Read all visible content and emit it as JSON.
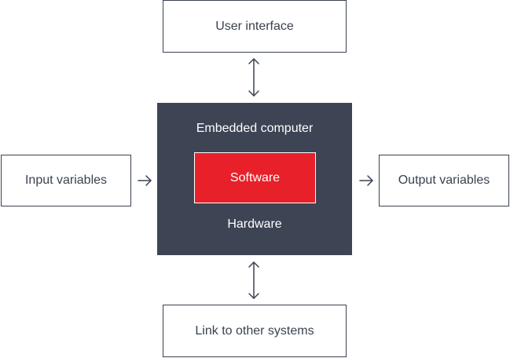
{
  "colors": {
    "ink": "#3a4250",
    "computer_fill": "#3d4555",
    "software_fill": "#e8202a",
    "background": "#ffffff"
  },
  "nodes": {
    "user_interface": "User interface",
    "embedded_computer": "Embedded computer",
    "software": "Software",
    "hardware": "Hardware",
    "input_variables": "Input variables",
    "output_variables": "Output variables",
    "link_other_systems": "Link to other systems"
  },
  "edges": [
    {
      "from": "user_interface",
      "to": "embedded_computer",
      "direction": "both"
    },
    {
      "from": "embedded_computer",
      "to": "link_other_systems",
      "direction": "both"
    },
    {
      "from": "input_variables",
      "to": "embedded_computer",
      "direction": "forward"
    },
    {
      "from": "embedded_computer",
      "to": "output_variables",
      "direction": "forward"
    }
  ]
}
